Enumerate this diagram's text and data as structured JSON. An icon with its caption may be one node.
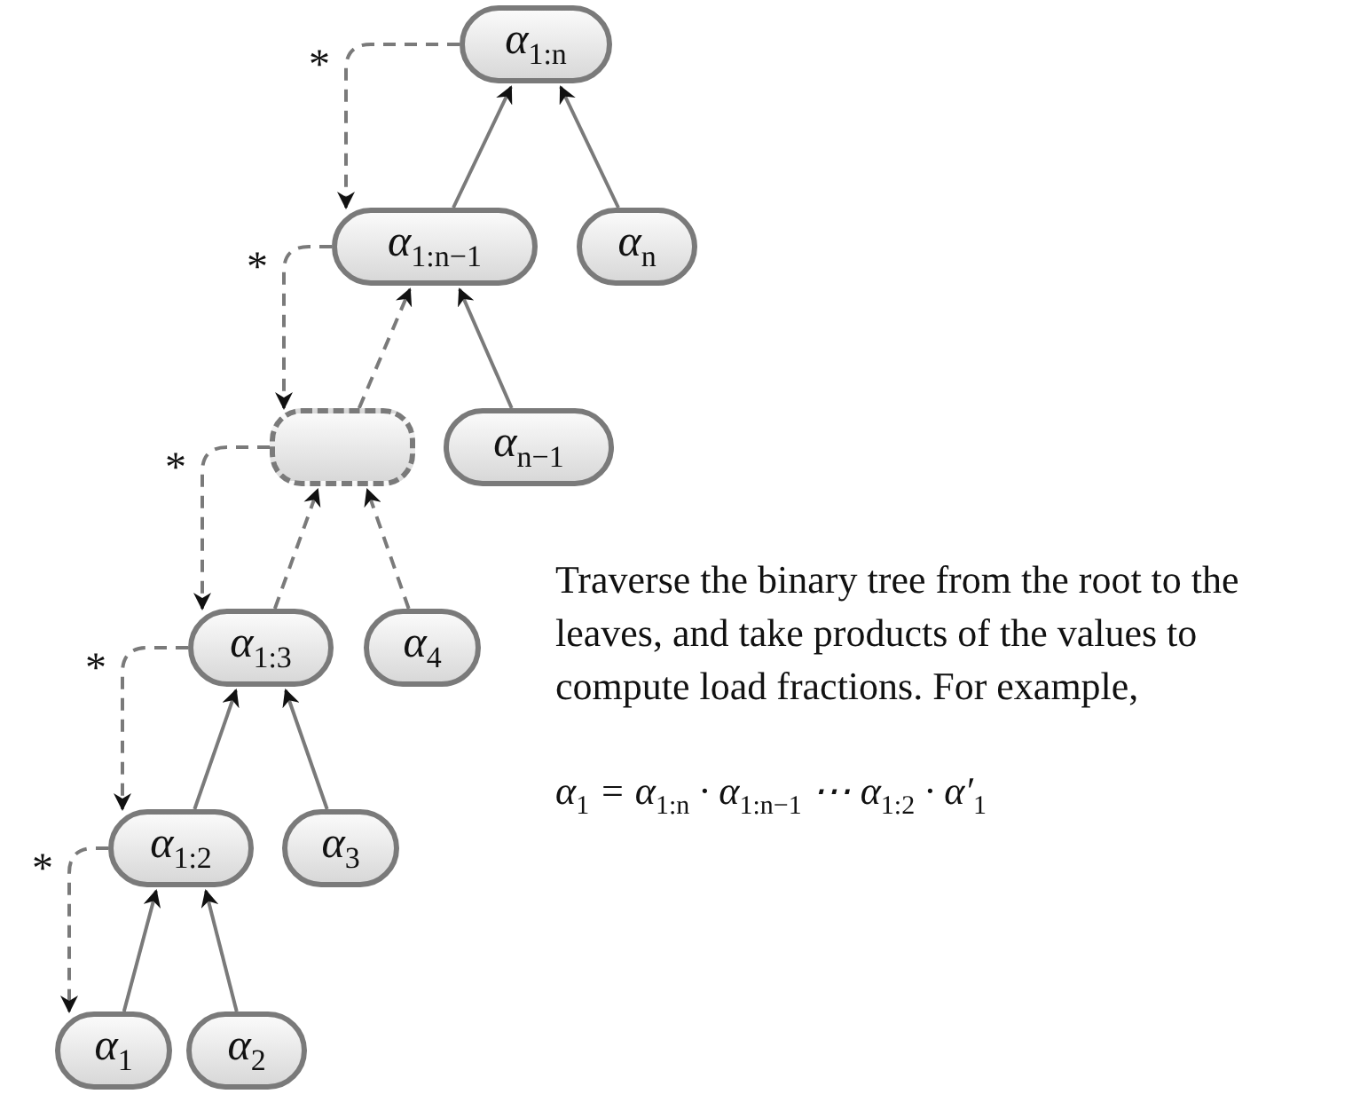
{
  "diagram": {
    "nodes": [
      {
        "text": [
          "α$_{1:n}$"
        ]
      },
      {
        "text": [
          "α$_{1:n−1}$"
        ]
      },
      {
        "text": [
          "α$_{n}$"
        ]
      },
      {
        "text": [],
        "shape": "box"
      },
      {
        "text": [
          "α$_{n−1}$"
        ]
      },
      {
        "text": [
          "α$_{1:3}$"
        ]
      },
      {
        "text": [
          "α$_{4}$"
        ]
      },
      {
        "text": [
          "α$_{1:2}$"
        ]
      },
      {
        "text": [
          "α$_{3}$"
        ]
      },
      {
        "text": [
          "α$_{1}$"
        ]
      },
      {
        "text": [
          "α$_{2}$"
        ]
      }
    ],
    "edges": [
      {
        "from": 1,
        "to": 0,
        "arrow": "to"
      },
      {
        "from": 2,
        "to": 0,
        "arrow": "to"
      },
      {
        "from": 3,
        "to": 1,
        "arrow": "to",
        "style": "dashed"
      },
      {
        "from": 4,
        "to": 1,
        "arrow": "to"
      },
      {
        "from": 5,
        "to": 3,
        "arrow": "to",
        "style": "dashed"
      },
      {
        "from": 6,
        "to": 3,
        "arrow": "to",
        "style": "dashed"
      },
      {
        "from": 7,
        "to": 5,
        "arrow": "to"
      },
      {
        "from": 8,
        "to": 5,
        "arrow": "to"
      },
      {
        "from": 9,
        "to": 7,
        "arrow": "to"
      },
      {
        "from": 10,
        "to": 7,
        "arrow": "to"
      },
      {
        "from": 0,
        "to": 1,
        "arrow": "to",
        "style": "dashed",
        "label": "*"
      },
      {
        "from": 1,
        "to": 3,
        "arrow": "to",
        "style": "dashed",
        "label": "*"
      },
      {
        "from": 3,
        "to": 5,
        "arrow": "to",
        "style": "dashed",
        "label": "*"
      },
      {
        "from": 5,
        "to": 7,
        "arrow": "to",
        "style": "dashed",
        "label": "*"
      },
      {
        "from": 7,
        "to": 9,
        "arrow": "to",
        "style": "dashed",
        "label": "*"
      }
    ],
    "labels": [
      "Traverse the binary tree from the root to the leaves, and take products of the values to compute load fractions. For example,",
      "α$_{1}$ = α$_{1:n}$ · α$_{1:n−1}$ ⋯ α$_{1:2}$ · α′$_{1}$"
    ]
  }
}
